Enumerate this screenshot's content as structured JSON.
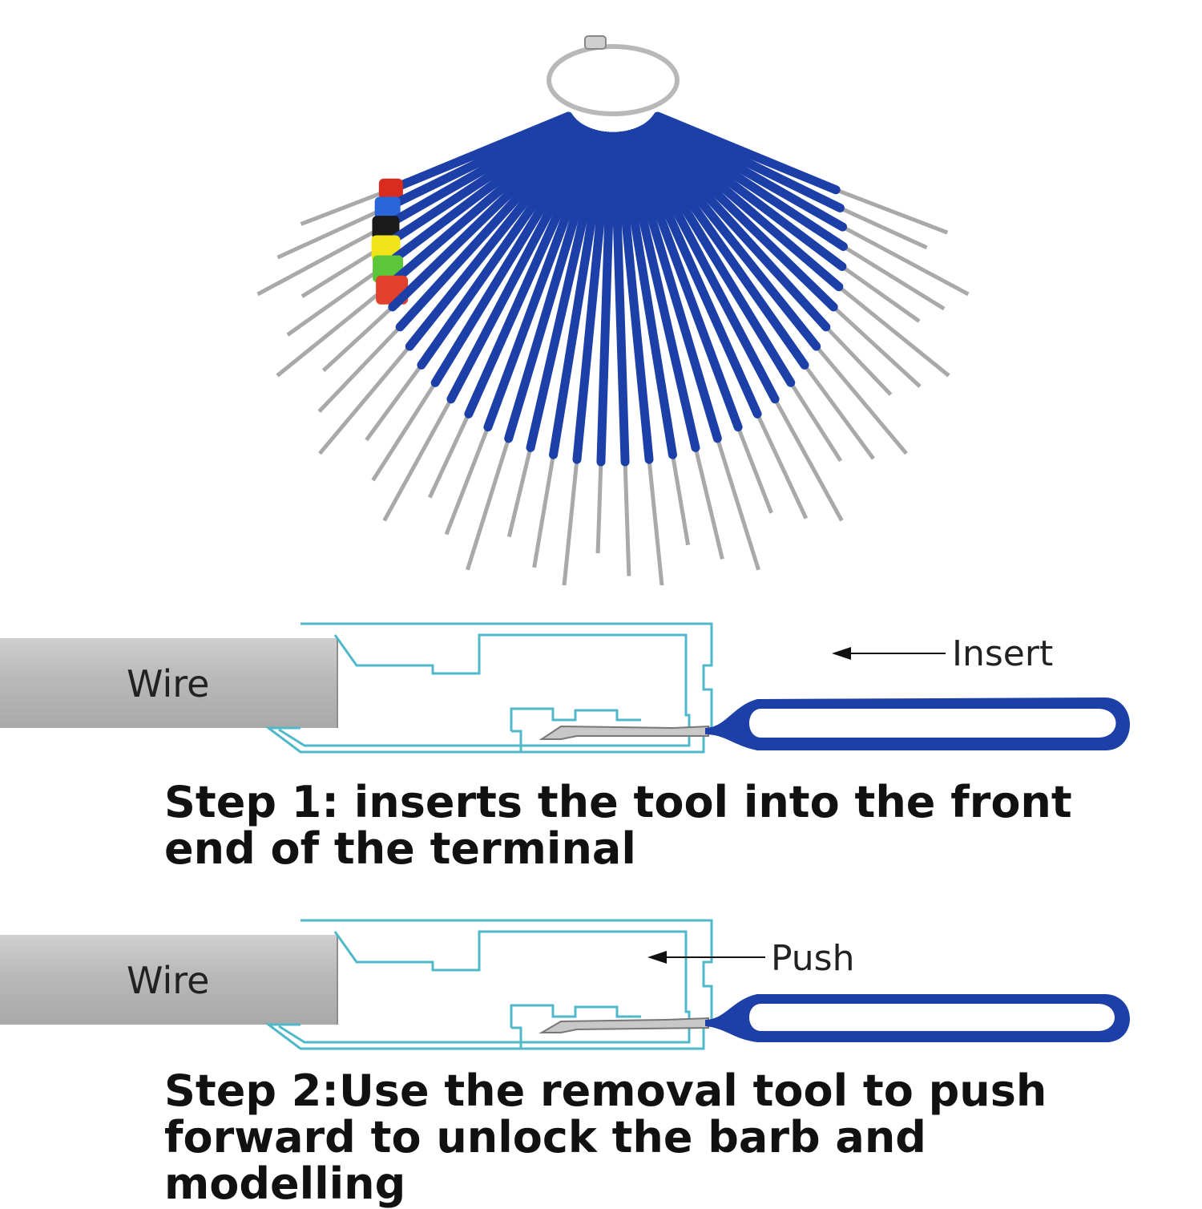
{
  "image": {
    "description_icon": "terminal-removal-tool-set-photo",
    "accent_color": "#1c3fa8",
    "tip_colors": [
      "#d92c1f",
      "#2a66d9",
      "#1a1a1a",
      "#f0e419",
      "#5cc63a",
      "#e2402c"
    ]
  },
  "step_1": {
    "wire_label": "Wire",
    "action_label": "Insert",
    "instruction": "Step 1: inserts the tool into the front end of the terminal"
  },
  "step_2": {
    "wire_label": "Wire",
    "action_label": "Push",
    "instruction": "Step 2:Use the removal tool to push forward to unlock the barb and modelling"
  },
  "colors": {
    "terminal_outline": "#4fb8c9",
    "tool_blue": "#1c3fa8",
    "text": "#111111"
  }
}
